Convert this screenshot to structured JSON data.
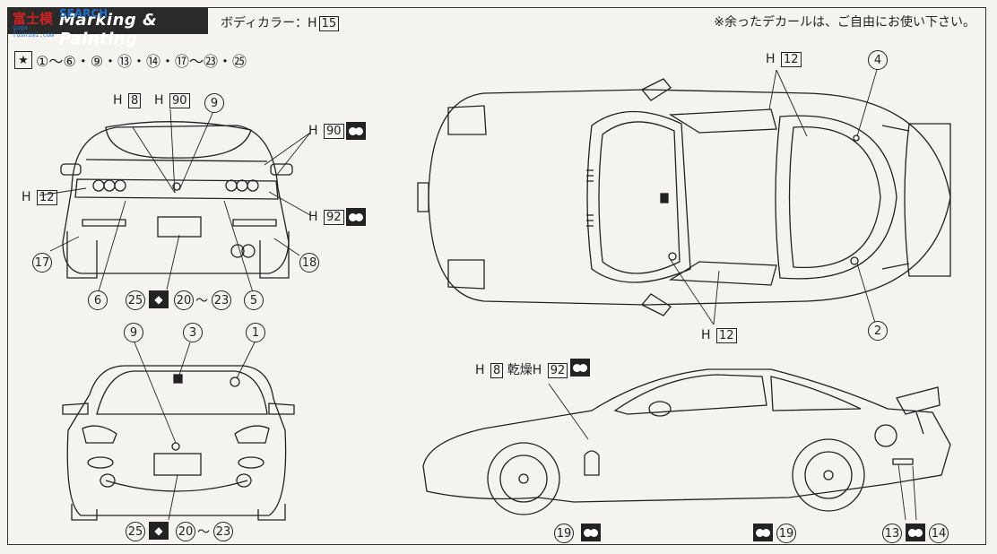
{
  "header": {
    "title": "Marking & Painting",
    "body_color_label": "ボディカラー：H",
    "body_color_num": "15",
    "note": "※余ったデカールは、ご自由にお使い下さい。"
  },
  "watermark": {
    "line1": "富士模",
    "line2": "gaga-fushimi.com",
    "line3": "SEARCH"
  },
  "decals": {
    "star": "★",
    "list": "①～⑥・⑨・⑬・⑭・⑰～㉓・㉕"
  },
  "rear_view": {
    "h8": "8",
    "h90_top": "90",
    "h12": "12",
    "h90_right": "90",
    "h92": "92",
    "c9": "9",
    "c17": "17",
    "c18": "18",
    "c6": "6",
    "c25": "25",
    "c5": "5",
    "range_from": "20",
    "range_to": "23",
    "tilde": "～"
  },
  "front_view": {
    "c9": "9",
    "c3": "3",
    "c1": "1",
    "c25": "25",
    "range_from": "20",
    "range_to": "23",
    "tilde": "～"
  },
  "top_view": {
    "h12_top": "12",
    "h12_bottom": "12",
    "c4": "4",
    "c2": "2"
  },
  "side_view": {
    "h8": "8",
    "dry_label": "乾燥",
    "h92": "92",
    "c19a": "19",
    "c19b": "19",
    "c13": "13",
    "c14": "14"
  },
  "colors": {
    "ink": "#222222",
    "paper": "#f4f3ef",
    "header_bg": "#2a2a2a"
  }
}
